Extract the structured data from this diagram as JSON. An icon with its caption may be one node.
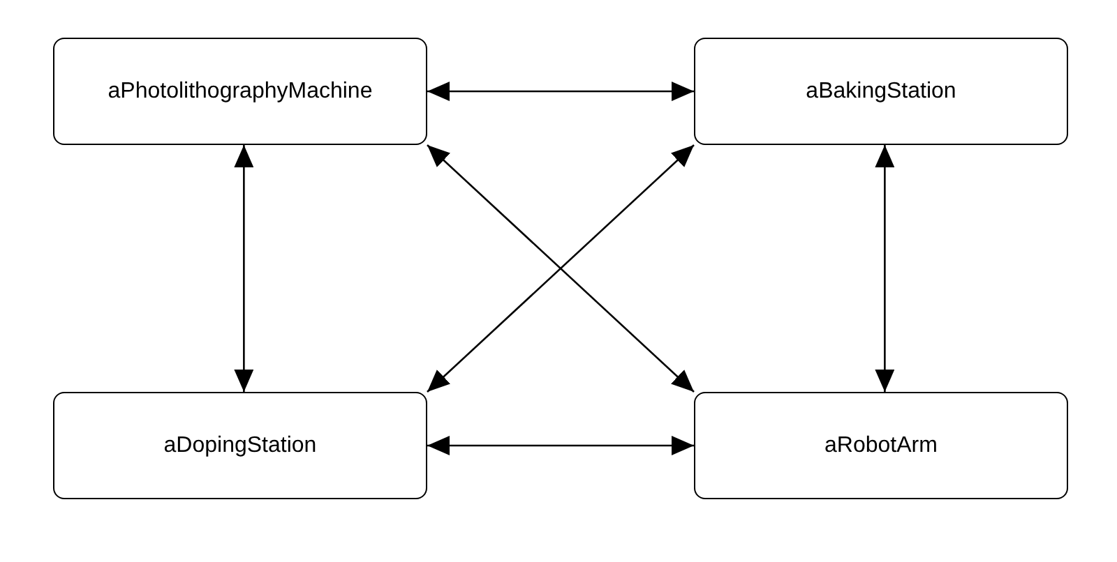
{
  "diagram": {
    "nodes": [
      {
        "text": [
          "aPhotolithographyMachine"
        ]
      },
      {
        "text": [
          "aBakingStation"
        ]
      },
      {
        "text": [
          "aDopingStation"
        ]
      },
      {
        "text": [
          "aRobotArm"
        ]
      }
    ],
    "edges": [
      {
        "from": 0,
        "to": 1,
        "arrow": "both"
      },
      {
        "from": 0,
        "to": 2,
        "arrow": "both"
      },
      {
        "from": 1,
        "to": 3,
        "arrow": "both"
      },
      {
        "from": 0,
        "to": 3,
        "arrow": "both"
      },
      {
        "from": 1,
        "to": 2,
        "arrow": "both"
      },
      {
        "from": 2,
        "to": 3,
        "arrow": "both"
      }
    ]
  }
}
